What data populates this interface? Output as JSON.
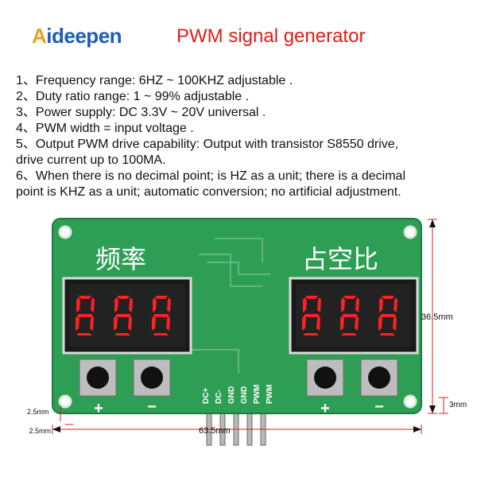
{
  "header": {
    "brand": "Aideepen",
    "brand_first_letter": "A",
    "brand_rest": "ideepen",
    "title": "PWM signal generator"
  },
  "specs": [
    {
      "text": "1、Frequency range: 6HZ ~ 100KHZ adjustable ."
    },
    {
      "text": "2、Duty ratio range: 1 ~ 99% adjustable ."
    },
    {
      "text": "3、Power supply: DC 3.3V ~ 20V universal ."
    },
    {
      "text": "4、PWM width = input voltage ."
    },
    {
      "text": "5、Output PWM drive capability: Output with transistor S8550 drive,",
      "cont": "drive current up to 100MA."
    },
    {
      "text": "6、When there is no decimal point; is HZ as a unit; there is a decimal",
      "cont": "point is KHZ as a unit; automatic conversion; no artificial adjustment."
    }
  ],
  "board": {
    "left_label": "频率",
    "right_label": "占空比",
    "left_display": "888",
    "right_display": "888",
    "plus": "+",
    "minus": "−",
    "pins": [
      "DC+",
      "DC-",
      "GND",
      "GND",
      "PWM",
      "PWM"
    ]
  },
  "dimensions": {
    "height": "36.5mm",
    "width": "63.5mm",
    "pin_height": "3mm",
    "hole_v": "2.5mm",
    "hole_h": "2.5mm"
  },
  "colors": {
    "pcb": "#2f9e55",
    "segment": "#ff2020",
    "dimension_line": "#d62020"
  }
}
